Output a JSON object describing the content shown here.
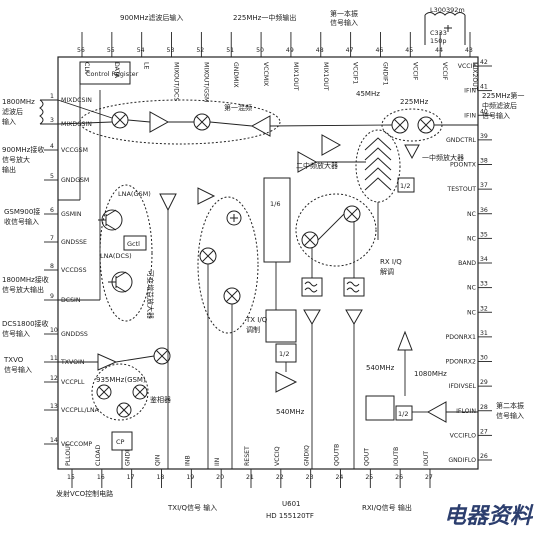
{
  "top_labels": {
    "lo_900_input": "900MHz滤波后输入",
    "if1_225_out": "225MHz一中频输出",
    "lo1_in": "第一本振",
    "lo1_in2": "信号输入"
  },
  "crystal": {
    "label": "L300392m",
    "cap_label": "C333",
    "cap_value": "150p"
  },
  "top_pins": [
    {
      "num": "56",
      "name": "CLK"
    },
    {
      "num": "55",
      "name": "DATA"
    },
    {
      "num": "54",
      "name": "LE"
    },
    {
      "num": "53",
      "name": "MIXOUT/DCS"
    },
    {
      "num": "52",
      "name": "MIXOUT/GSM"
    },
    {
      "num": "51",
      "name": "GNDMIX"
    },
    {
      "num": "50",
      "name": "VCCMIX"
    },
    {
      "num": "49",
      "name": "MIX1OUT"
    },
    {
      "num": "48",
      "name": "MIX1OUT"
    },
    {
      "num": "47",
      "name": "VCCIF1"
    },
    {
      "num": "46",
      "name": "GNDIF1"
    },
    {
      "num": "45",
      "name": "VCCIF"
    },
    {
      "num": "44",
      "name": "VCCIF"
    },
    {
      "num": "43",
      "name": "MIX2OUT"
    }
  ],
  "right_pins": [
    {
      "num": "42",
      "name": "VCCIF"
    },
    {
      "num": "41",
      "name": "IFIN"
    },
    {
      "num": "40",
      "name": "IFIN"
    },
    {
      "num": "39",
      "name": "GNDCTRL"
    },
    {
      "num": "38",
      "name": "PDONTX"
    },
    {
      "num": "37",
      "name": "TESTOUT"
    },
    {
      "num": "36",
      "name": "NC"
    },
    {
      "num": "35",
      "name": "NC"
    },
    {
      "num": "34",
      "name": "BAND"
    },
    {
      "num": "33",
      "name": "NC"
    },
    {
      "num": "32",
      "name": "NC"
    },
    {
      "num": "31",
      "name": "PDONRX1"
    },
    {
      "num": "30",
      "name": "PDONRX2"
    },
    {
      "num": "29",
      "name": "IFDIVSEL"
    },
    {
      "num": "28",
      "name": "IFLOIN"
    },
    {
      "num": "27",
      "name": "VCCIFLO"
    },
    {
      "num": "26",
      "name": "GNDIFLO"
    }
  ],
  "left_pins": [
    {
      "num": "1",
      "name": "MIXDCSIN"
    },
    {
      "num": "3",
      "name": "MIXDCSIN"
    },
    {
      "num": "4",
      "name": "VCCGSM"
    },
    {
      "num": "5",
      "name": "GNDGSM"
    },
    {
      "num": "6",
      "name": "GSMIN"
    },
    {
      "num": "7",
      "name": "GNDSSE"
    },
    {
      "num": "8",
      "name": "VCCDSS"
    },
    {
      "num": "9",
      "name": "DCSIN"
    },
    {
      "num": "10",
      "name": "GNDDSS"
    },
    {
      "num": "11",
      "name": "TXVOIN"
    },
    {
      "num": "12",
      "name": "VCCPLL"
    },
    {
      "num": "13",
      "name": "VCCPLL/LNA"
    },
    {
      "num": "14",
      "name": "VCCCOMP"
    }
  ],
  "bottom_pins": [
    {
      "num": "15",
      "name": "PLLOUT"
    },
    {
      "num": "16",
      "name": "CLOAD"
    },
    {
      "num": "17",
      "name": "GNDI"
    },
    {
      "num": "18",
      "name": "QIN"
    },
    {
      "num": "19",
      "name": "INB"
    },
    {
      "num": "20",
      "name": "IIN"
    },
    {
      "num": "21",
      "name": "RESET"
    },
    {
      "num": "22",
      "name": "VCCIQ"
    },
    {
      "num": "23",
      "name": "GNDIQ"
    },
    {
      "num": "24",
      "name": "QOUTB"
    },
    {
      "num": "25",
      "name": "QOUT"
    },
    {
      "num": "26b",
      "name": "IOUTB"
    },
    {
      "num": "27b",
      "name": "IOUT"
    }
  ],
  "left_labels": {
    "dcs1800_filter": "1800MHz",
    "dcs1800_filter2": "滤波后",
    "dcs1800_filter3": "输入",
    "gsm900_lna_out": "900MHz接收",
    "gsm900_lna_out2": "信号放大",
    "gsm900_lna_out3": "输出",
    "gsm900_in": "GSM900接",
    "gsm900_in2": "收信号输入",
    "dcs1800_lna_out": "1800MHz接收",
    "dcs1800_lna_out2": "信号放大输出",
    "dcs1800_in": "DCS1800接收",
    "dcs1800_in2": "信号输入",
    "txvo_in": "TXVO",
    "txvo_in2": "信号输入"
  },
  "blocks": {
    "control_register": "Control Register",
    "mixer1": "第一混频",
    "if2_amp": "二中频放大器",
    "if1_amp": "一中频放大器",
    "lna_gsm": "LNA(GSM)",
    "lna_dcs": "LNA(DCS)",
    "gctl": "Gctl",
    "txiq_mod": "TX I/Q",
    "txiq_mod2": "调制",
    "rxiq_demod": "RX I/Q",
    "rxiq_demod2": "解调",
    "divider16": "1/6",
    "half": "1/2",
    "cp": "CP",
    "phase_det": "鉴相器",
    "ma_540": "540MHz",
    "ma_540b": "540MHz",
    "mhz_45": "45MHz",
    "mhz_225": "225MHz",
    "mhz_1080": "1080MHz",
    "rx_if_lo": "935MHz(GSM)",
    "var_gain": "可变增益放大器",
    "if1_filter_in": "225MHz第一",
    "if1_filter_in2": "中频滤波后",
    "if1_filter_in3": "信号输入",
    "lo2_in": "第二本振",
    "lo2_in2": "信号输入"
  },
  "bottom_labels": {
    "tx_vco_control": "发射VCO控制电路",
    "tx_iq_in": "TXI/Q信号 输入",
    "chip_ref": "U601",
    "chip_name": "HD 155120TF",
    "rx_iq_out": "RXI/Q信号 输出"
  },
  "watermark": "电器资料"
}
